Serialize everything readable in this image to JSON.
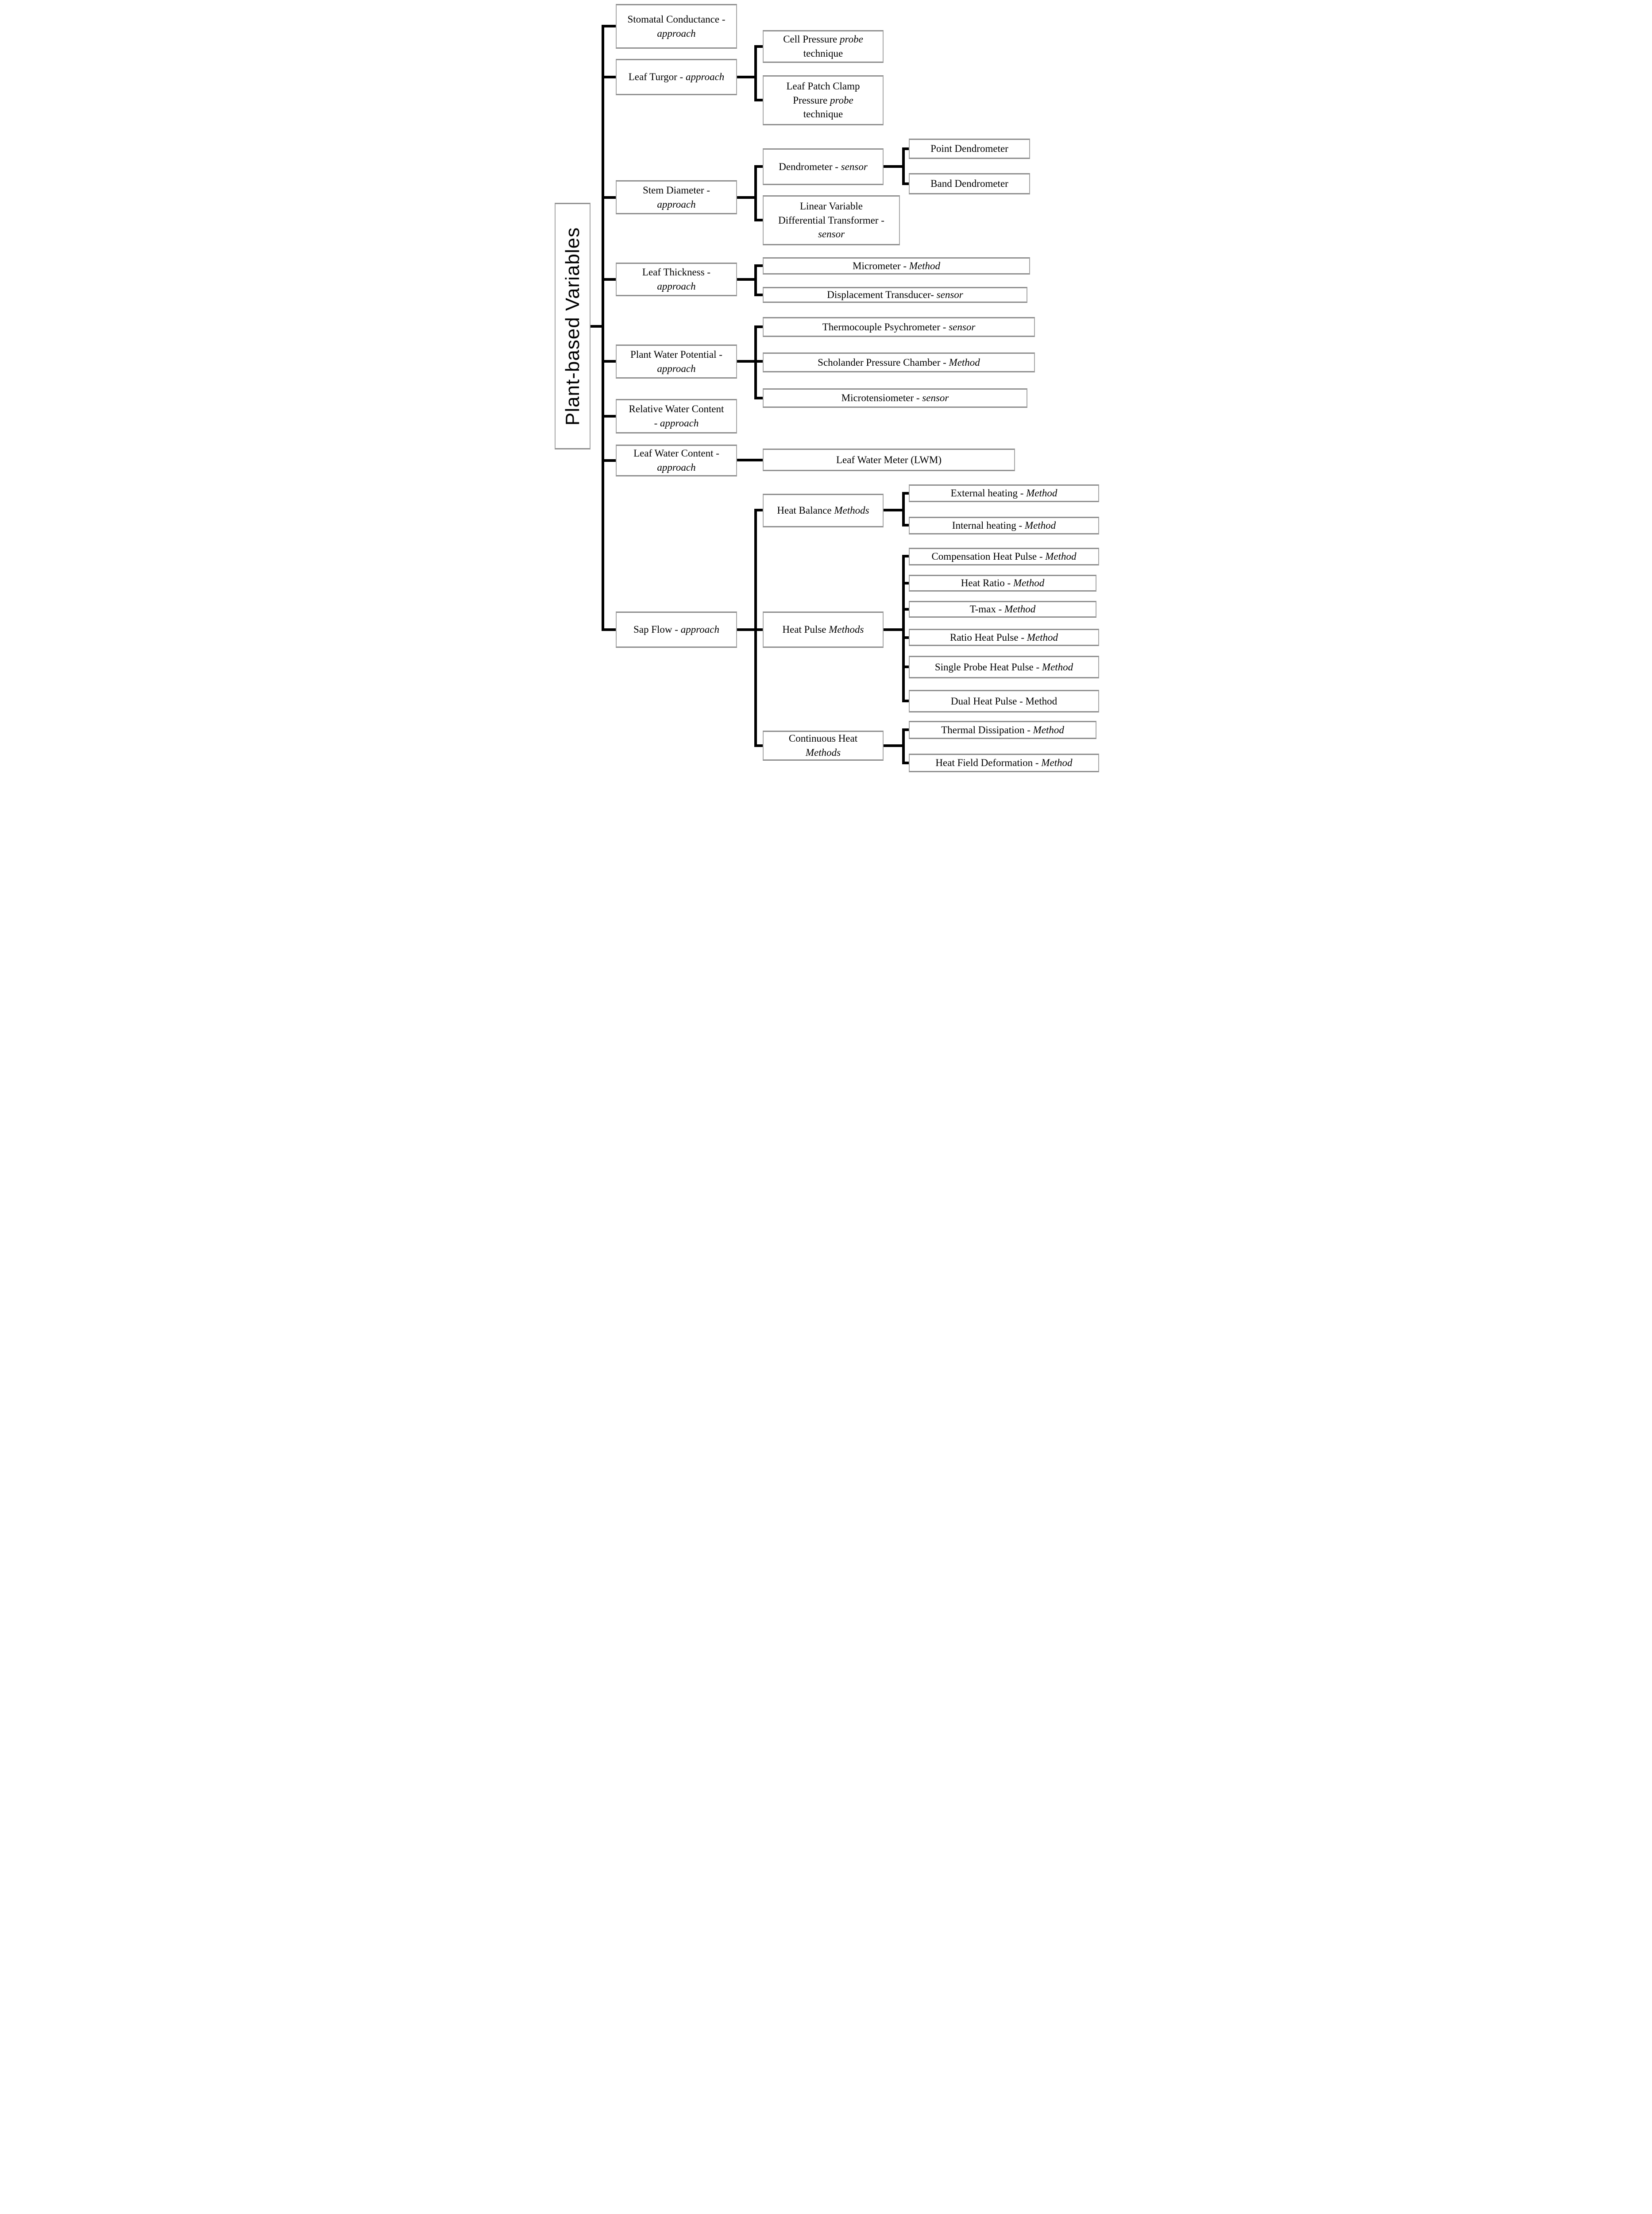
{
  "figure": {
    "title": "Plant-based Variables measurement approaches tree",
    "colors": {
      "connector": "#000000",
      "box_border": "#9e9e9e",
      "box_border_dark": "#8a8a8a",
      "background": "#ffffff",
      "text": "#000000"
    }
  },
  "nodes": {
    "root": {
      "parts": [
        {
          "t": "Plant-based Variables"
        }
      ]
    },
    "stomatal_conductance": {
      "parts": [
        {
          "t": "Stomatal Conductance -\n"
        },
        {
          "t": "approach",
          "i": true
        }
      ]
    },
    "leaf_turgor": {
      "parts": [
        {
          "t": "Leaf Turgor - "
        },
        {
          "t": "approach",
          "i": true
        }
      ]
    },
    "cell_pressure_probe": {
      "parts": [
        {
          "t": "Cell Pressure "
        },
        {
          "t": "probe",
          "i": true
        },
        {
          "t": "\ntechnique"
        }
      ]
    },
    "leaf_patch_clamp": {
      "parts": [
        {
          "t": "Leaf Patch Clamp\nPressure "
        },
        {
          "t": "probe",
          "i": true
        },
        {
          "t": "\ntechnique"
        }
      ]
    },
    "stem_diameter": {
      "parts": [
        {
          "t": "Stem Diameter -\n"
        },
        {
          "t": "approach",
          "i": true
        }
      ]
    },
    "dendrometer": {
      "parts": [
        {
          "t": "Dendrometer - "
        },
        {
          "t": "sensor",
          "i": true
        }
      ]
    },
    "point_dendrometer": {
      "parts": [
        {
          "t": "Point Dendrometer"
        }
      ]
    },
    "band_dendrometer": {
      "parts": [
        {
          "t": "Band Dendrometer"
        }
      ]
    },
    "lvdt": {
      "parts": [
        {
          "t": "Linear Variable\nDifferential Transformer -\n"
        },
        {
          "t": "sensor",
          "i": true
        }
      ]
    },
    "leaf_thickness": {
      "parts": [
        {
          "t": "Leaf Thickness -\n"
        },
        {
          "t": "approach",
          "i": true
        }
      ]
    },
    "micrometer": {
      "parts": [
        {
          "t": "Micrometer - "
        },
        {
          "t": "Method",
          "i": true
        }
      ]
    },
    "displacement_transducer": {
      "parts": [
        {
          "t": "Displacement Transducer- "
        },
        {
          "t": "sensor",
          "i": true
        }
      ]
    },
    "plant_water_potential": {
      "parts": [
        {
          "t": "Plant Water Potential -\n"
        },
        {
          "t": "approach",
          "i": true
        }
      ]
    },
    "thermocouple_psychrometer": {
      "parts": [
        {
          "t": "Thermocouple Psychrometer - "
        },
        {
          "t": "sensor",
          "i": true
        }
      ]
    },
    "scholander_pressure_chamber": {
      "parts": [
        {
          "t": "Scholander Pressure Chamber - "
        },
        {
          "t": "Method",
          "i": true
        }
      ]
    },
    "microtensiometer": {
      "parts": [
        {
          "t": "Microtensiometer - "
        },
        {
          "t": "sensor",
          "i": true
        }
      ]
    },
    "relative_water_content": {
      "parts": [
        {
          "t": "Relative Water Content\n- "
        },
        {
          "t": "approach",
          "i": true
        }
      ]
    },
    "leaf_water_content": {
      "parts": [
        {
          "t": "Leaf Water Content -\n"
        },
        {
          "t": "approach",
          "i": true
        }
      ]
    },
    "leaf_water_meter": {
      "parts": [
        {
          "t": "Leaf Water Meter (LWM)"
        }
      ]
    },
    "sap_flow": {
      "parts": [
        {
          "t": "Sap Flow - "
        },
        {
          "t": "approach",
          "i": true
        }
      ]
    },
    "heat_balance_methods": {
      "parts": [
        {
          "t": "Heat Balance "
        },
        {
          "t": "Methods",
          "i": true
        }
      ]
    },
    "external_heating": {
      "parts": [
        {
          "t": "External heating - "
        },
        {
          "t": "Method",
          "i": true
        }
      ]
    },
    "internal_heating": {
      "parts": [
        {
          "t": "Internal heating - "
        },
        {
          "t": "Method",
          "i": true
        }
      ]
    },
    "heat_pulse_methods": {
      "parts": [
        {
          "t": "Heat Pulse "
        },
        {
          "t": "Methods",
          "i": true
        }
      ]
    },
    "compensation_heat_pulse": {
      "parts": [
        {
          "t": "Compensation Heat Pulse - "
        },
        {
          "t": "Method",
          "i": true
        }
      ]
    },
    "heat_ratio": {
      "parts": [
        {
          "t": "Heat Ratio - "
        },
        {
          "t": "Method",
          "i": true
        }
      ]
    },
    "t_max": {
      "parts": [
        {
          "t": "T-max - "
        },
        {
          "t": "Method",
          "i": true
        }
      ]
    },
    "ratio_heat_pulse": {
      "parts": [
        {
          "t": "Ratio Heat Pulse - "
        },
        {
          "t": "Method",
          "i": true
        }
      ]
    },
    "single_probe_heat_pulse": {
      "parts": [
        {
          "t": "Single Probe Heat Pulse - "
        },
        {
          "t": "Method",
          "i": true
        }
      ]
    },
    "dual_heat_pulse": {
      "parts": [
        {
          "t": "Dual Heat Pulse - Method"
        }
      ]
    },
    "continuous_heat_methods": {
      "parts": [
        {
          "t": "Continuous Heat\n"
        },
        {
          "t": "Methods",
          "i": true
        }
      ]
    },
    "thermal_dissipation": {
      "parts": [
        {
          "t": "Thermal Dissipation - "
        },
        {
          "t": "Method",
          "i": true
        }
      ]
    },
    "heat_field_deformation": {
      "parts": [
        {
          "t": "Heat Field Deformation - "
        },
        {
          "t": "Method",
          "i": true
        }
      ]
    }
  },
  "hierarchy": {
    "root": "root",
    "children": [
      {
        "node": "stomatal_conductance"
      },
      {
        "node": "leaf_turgor",
        "children": [
          "cell_pressure_probe",
          "leaf_patch_clamp"
        ]
      },
      {
        "node": "stem_diameter",
        "children": [
          {
            "node": "dendrometer",
            "children": [
              "point_dendrometer",
              "band_dendrometer"
            ]
          },
          {
            "node": "lvdt"
          }
        ]
      },
      {
        "node": "leaf_thickness",
        "children": [
          "micrometer",
          "displacement_transducer"
        ]
      },
      {
        "node": "plant_water_potential",
        "children": [
          "thermocouple_psychrometer",
          "scholander_pressure_chamber",
          "microtensiometer"
        ]
      },
      {
        "node": "relative_water_content"
      },
      {
        "node": "leaf_water_content",
        "children": [
          "leaf_water_meter"
        ]
      },
      {
        "node": "sap_flow",
        "children": [
          {
            "node": "heat_balance_methods",
            "children": [
              "external_heating",
              "internal_heating"
            ]
          },
          {
            "node": "heat_pulse_methods",
            "children": [
              "compensation_heat_pulse",
              "heat_ratio",
              "t_max",
              "ratio_heat_pulse",
              "single_probe_heat_pulse",
              "dual_heat_pulse"
            ]
          },
          {
            "node": "continuous_heat_methods",
            "children": [
              "thermal_dissipation",
              "heat_field_deformation"
            ]
          }
        ]
      }
    ]
  }
}
